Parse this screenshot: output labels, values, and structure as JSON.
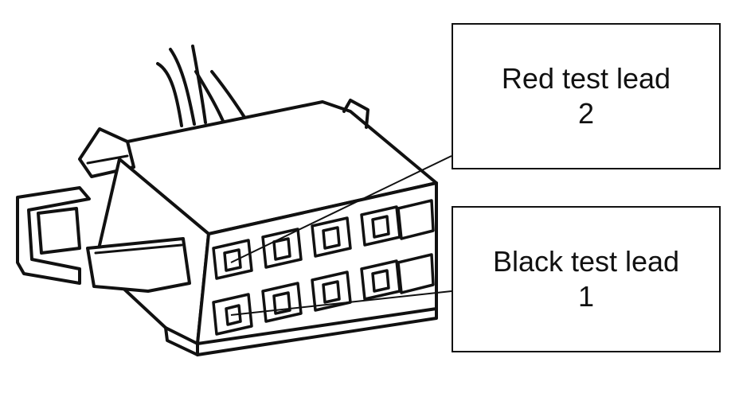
{
  "callouts": {
    "red": {
      "label": "Red test lead",
      "number": "2"
    },
    "black": {
      "label": "Black test lead",
      "number": "1"
    }
  },
  "colors": {
    "ink": "#111111",
    "background": "#ffffff"
  }
}
